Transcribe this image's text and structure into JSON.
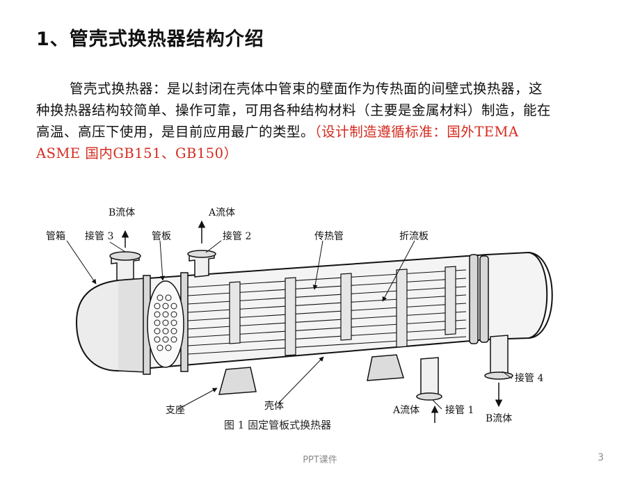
{
  "slide": {
    "title": "1、管壳式换热器结构介绍",
    "paragraph": "管壳式换热器：是以封闭在壳体中管束的壁面作为传热面的间壁式换热器，这种换热器结构较简单、操作可靠，可用各种结构材料（主要是金属材料）制造，能在高温、高压下使用，是目前应用最广的类型。",
    "standard_note": "（设计制造遵循标准：国外TEMA  ASME  国内GB151、GB150）"
  },
  "figure": {
    "labels": {
      "b_fluid_top": "B流体",
      "a_fluid_top": "A流体",
      "tube_box": "管箱",
      "nozzle3": "接管 3",
      "tube_sheet": "管板",
      "nozzle2": "接管 2",
      "heat_tube": "传热管",
      "baffle": "折流板",
      "nozzle4": "接管 4",
      "support": "支座",
      "shell": "壳体",
      "a_fluid_bottom": "A流体",
      "nozzle1": "接管 1",
      "b_fluid_bottom": "B流体"
    },
    "caption": "图 1  固定管板式换热器"
  },
  "footer": {
    "text": "PPT课件",
    "page": "3"
  }
}
